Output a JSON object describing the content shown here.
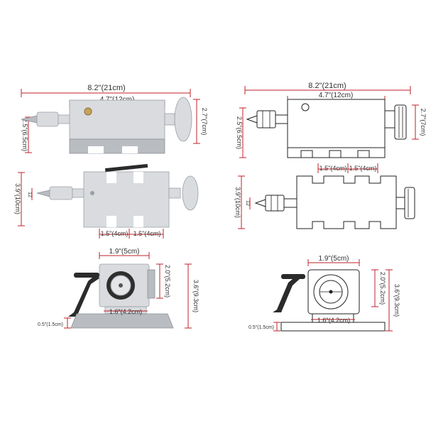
{
  "colors": {
    "dimension_line": "#c0202a",
    "drawing_stroke": "#222222",
    "metal_light": "#d9dbde",
    "metal_dark": "#b9bdc2",
    "handle": "#2b2b2b",
    "background": "#ffffff"
  },
  "panels": {
    "photo_side": {
      "overall_length": "8.2\"(21cm)",
      "body_length": "4.7\"(12cm)",
      "body_height": "2.5\"(6.5cm)",
      "handwheel_height": "2.7\"(7cm)"
    },
    "drawing_side": {
      "overall_length": "8.2\"(21cm)",
      "body_length": "4.7\"(12cm)",
      "body_height": "2.5\"(6.5cm)",
      "handwheel_height": "2.7\"(7cm)"
    },
    "photo_top": {
      "width": "3.9\"(10cm)",
      "shaft": "12",
      "slot_left": "1.5\"(4cm)",
      "slot_right": "1.5\"(4cm)"
    },
    "drawing_top": {
      "width": "3.9\"(10cm)",
      "shaft": "12",
      "slot_left": "1.5\"(4cm)",
      "slot_right": "1.5\"(4cm)"
    },
    "photo_front": {
      "top_width": "1.9\"(5cm)",
      "center_height": "2.0\"(5.2cm)",
      "total_height": "3.6\"(9.3cm)",
      "base_width": "1.6\"(4.2cm)",
      "base_height": "0.5\"(1.5cm)"
    },
    "drawing_front": {
      "top_width": "1.9\"(5cm)",
      "center_height": "2.0\"(5.2cm)",
      "total_height": "3.6\"(9.3cm)",
      "base_width": "1.6\"(4.2cm)",
      "base_height": "0.5\"(1.5cm)"
    }
  }
}
